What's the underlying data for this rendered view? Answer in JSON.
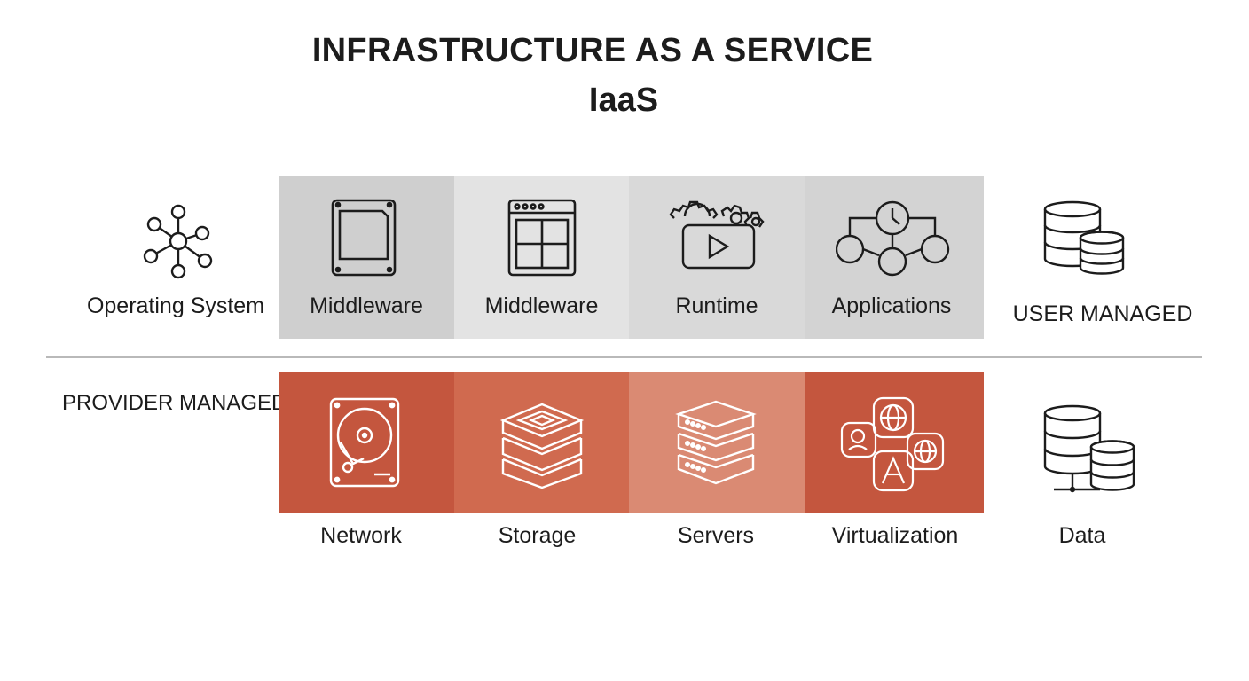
{
  "title": "INFRASTRUCTURE AS A SERVICE",
  "subtitle": "IaaS",
  "user_row": {
    "side_label": "Operating System",
    "cells": [
      {
        "label": "Middleware",
        "icon": "hard-drive-outline-icon"
      },
      {
        "label": "Middleware",
        "icon": "app-window-grid-icon"
      },
      {
        "label": "Runtime",
        "icon": "gears-video-icon"
      },
      {
        "label": "Applications",
        "icon": "clock-workflow-icon"
      }
    ],
    "right_label": "USER MANAGED"
  },
  "provider_row": {
    "side_label": "PROVIDER MANAGED",
    "cells": [
      {
        "label": "Network",
        "icon": "hard-disk-icon"
      },
      {
        "label": "Storage",
        "icon": "storage-layers-icon"
      },
      {
        "label": "Servers",
        "icon": "server-rack-icon"
      },
      {
        "label": "Virtualization",
        "icon": "apps-globe-icon"
      }
    ],
    "right_label": "Data"
  },
  "colors": {
    "user_cells": [
      "#cfcfcf",
      "#e3e3e3",
      "#d9d9d9",
      "#d3d3d3"
    ],
    "provider_cells": [
      "#c4563e",
      "#d06a4f",
      "#da8a73",
      "#c4563e"
    ],
    "divider": "#b9b9b9"
  }
}
